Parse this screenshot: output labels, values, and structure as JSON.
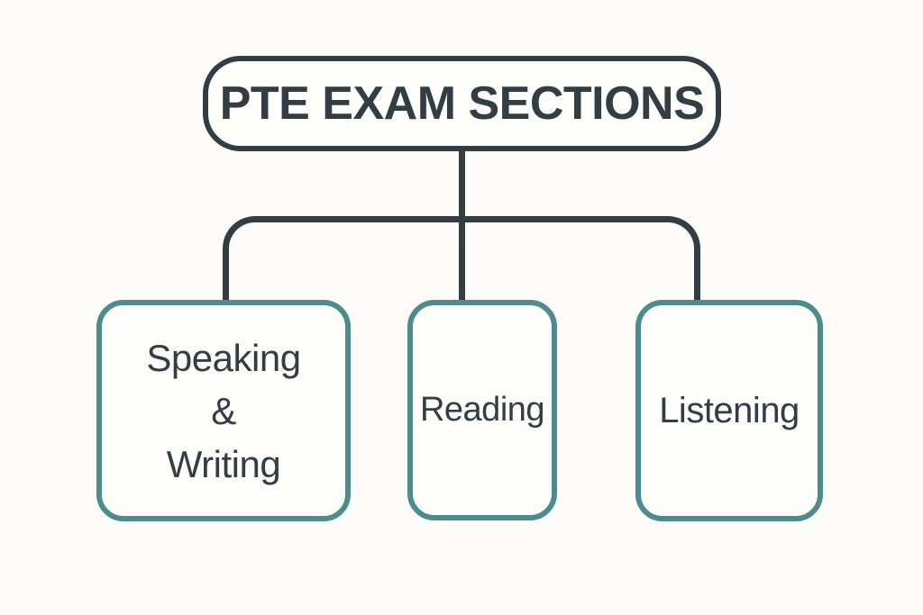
{
  "diagram": {
    "root": {
      "label": "PTE EXAM SECTIONS"
    },
    "children": [
      {
        "lines": [
          "Speaking",
          "&",
          "Writing"
        ]
      },
      {
        "label": "Reading"
      },
      {
        "label": "Listening"
      }
    ],
    "colors": {
      "background": "#FDFCF8",
      "root_outline": "#333E44",
      "connector": "#333E44",
      "child_outline": "#4C8C8D",
      "text": "#333E44"
    }
  }
}
